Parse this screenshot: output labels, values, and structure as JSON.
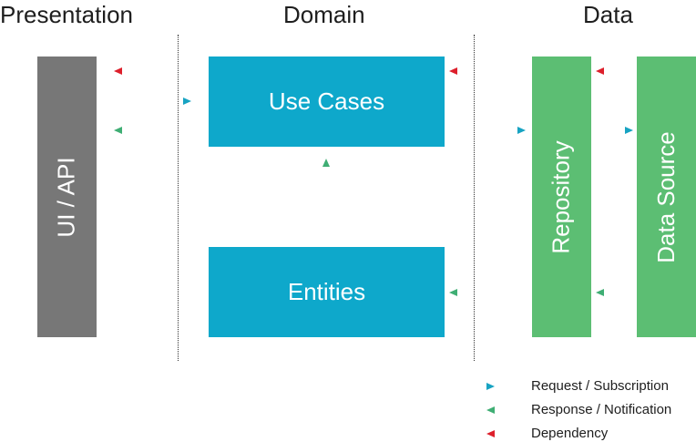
{
  "headings": {
    "presentation": "Presentation",
    "domain": "Domain",
    "data": "Data"
  },
  "boxes": {
    "ui_api": "UI / API",
    "use_cases": "Use Cases",
    "entities": "Entities",
    "repository": "Repository",
    "data_source": "Data Source"
  },
  "legend": {
    "request": "Request / Subscription",
    "response": "Response / Notification",
    "dependency": "Dependency"
  },
  "colors": {
    "ui_box": "#777777",
    "domain_box": "#0ea8cb",
    "data_box": "#5cbe73",
    "request_arrow": "#17a3c2",
    "response_arrow": "#3fae74",
    "dependency_arrow": "#dd1f2b"
  },
  "icons": {
    "request": "arrow-right-icon",
    "response": "arrow-left-icon",
    "dependency": "arrow-left-icon"
  }
}
